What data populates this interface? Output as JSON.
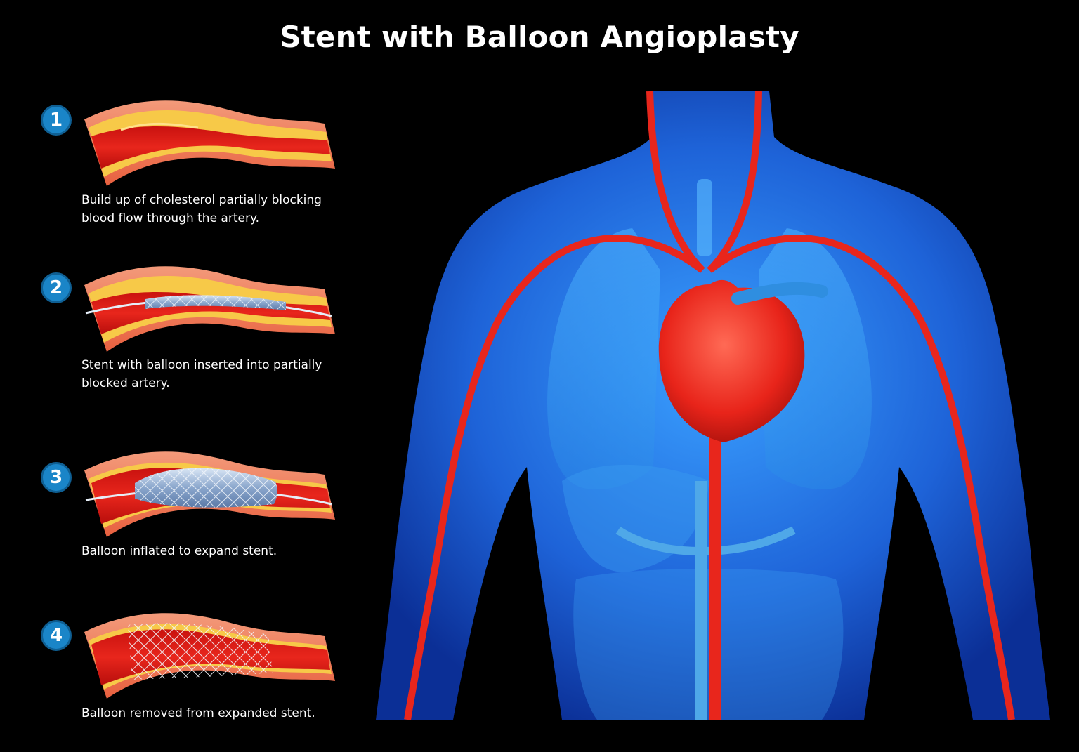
{
  "title": "Stent with Balloon Angioplasty",
  "colors": {
    "background": "#000000",
    "badge": "#1a85c8",
    "artery_wall": "#f0785a",
    "artery_lumen": "#e0201c",
    "plaque": "#f7c948",
    "body_blue": "#1f6fe0",
    "stent": "#9fb8d8"
  },
  "steps": [
    {
      "number": "1",
      "caption_lines": [
        "Build up of cholesterol partially blocking",
        "blood flow through the artery."
      ],
      "state": "plaque-narrowing"
    },
    {
      "number": "2",
      "caption_lines": [
        "Stent with balloon inserted into partially",
        "blocked artery."
      ],
      "state": "stent-inserted"
    },
    {
      "number": "3",
      "caption_lines": [
        "Balloon inflated to expand stent."
      ],
      "state": "balloon-inflated"
    },
    {
      "number": "4",
      "caption_lines": [
        "Balloon removed from expanded stent."
      ],
      "state": "stent-expanded"
    }
  ]
}
